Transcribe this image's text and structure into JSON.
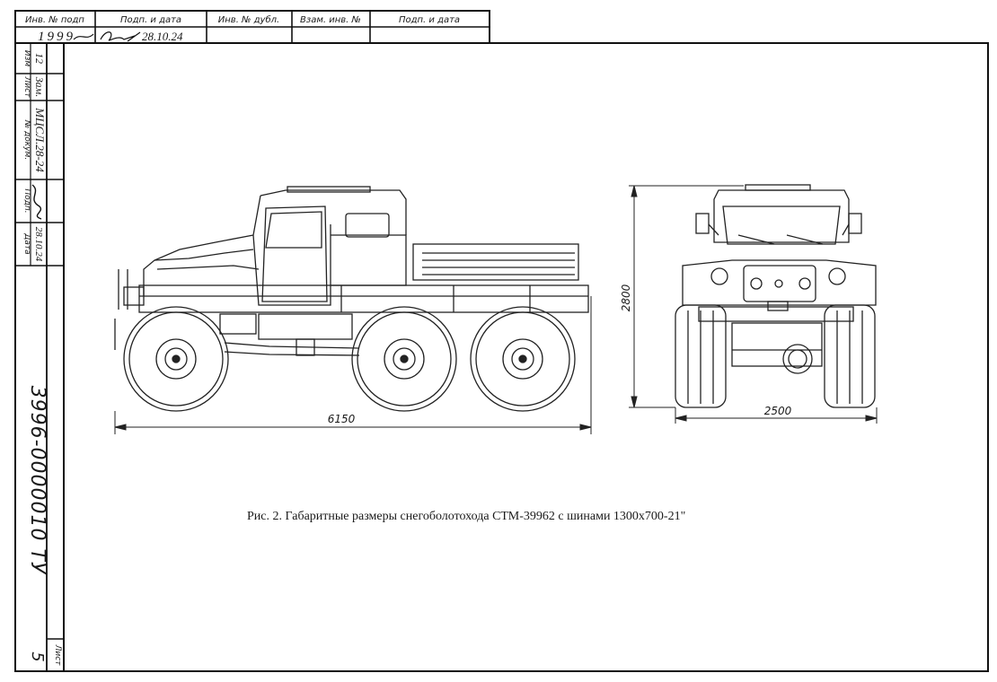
{
  "top_stamp": {
    "headers": [
      "Инв. № подп",
      "Подп. и дата",
      "Инв. № дубл.",
      "Взам. инв. №",
      "Подп. и дата"
    ],
    "values": [
      "1999",
      "28.10.24",
      "",
      "",
      ""
    ]
  },
  "side_block": {
    "labels": [
      "Изм",
      "Лист",
      "№ докум.",
      "Подп.",
      "Дата"
    ],
    "values": [
      "12",
      "Зам.",
      "МЦСЛ.28-24",
      "",
      "28.10.24"
    ]
  },
  "document_code": "3996-0000010 ТУ",
  "sheet": {
    "label": "Лист",
    "number": "5"
  },
  "drawing": {
    "length_dim": "6150",
    "height_dim": "2800",
    "width_dim": "2500"
  },
  "caption": "Рис. 2. Габаритные размеры снегоболотохода СТМ-39962  с шинами 1300х700-21\""
}
